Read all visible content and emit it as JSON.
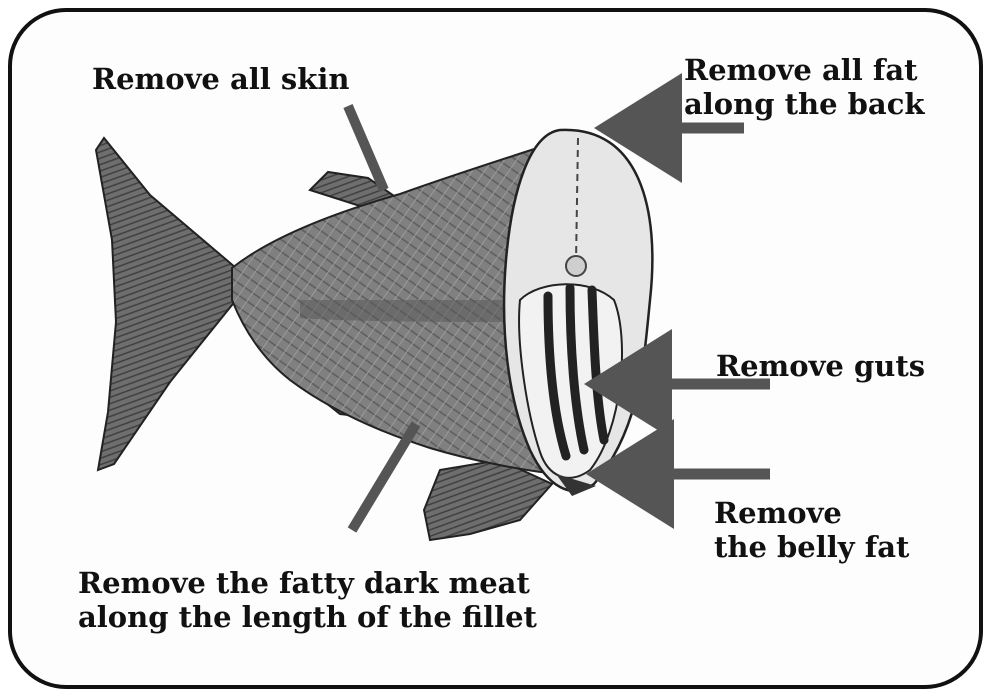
{
  "labels": {
    "skin": "Remove all skin",
    "back": "Remove all fat\nalong the back",
    "guts": "Remove guts",
    "belly": "Remove\nthe belly fat",
    "dark_meat": "Remove the fatty dark meat\nalong the length of the fillet"
  },
  "colors": {
    "outline": "#111111",
    "fish_body": "#7e7e7e",
    "fish_dark": "#4a4a4a",
    "flesh": "#e4e4e4",
    "arrow": "#555555"
  }
}
